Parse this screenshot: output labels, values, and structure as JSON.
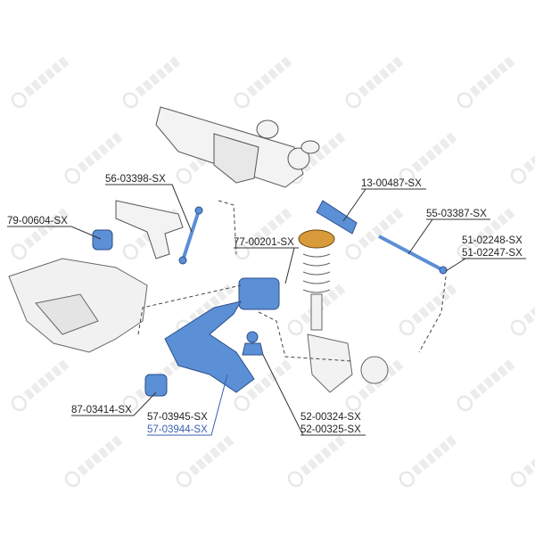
{
  "watermark": "STELLOX",
  "colors": {
    "part_blue": "#5b8fd6",
    "part_orange": "#d89a3a",
    "label": "#222222",
    "label_highlight": "#3a5fb0"
  },
  "labels": {
    "stabilizer_link": "56-03398-SX",
    "steering_boot": "13-00487-SX",
    "stabilizer_bushing": "79-00604-SX",
    "tie_rod": "55-03387-SX",
    "control_arm_bushing_rear": "77-00201-SX",
    "tie_rod_end_a": "51-02248-SX",
    "tie_rod_end_b": "51-02247-SX",
    "control_arm_bushing_front": "87-03414-SX",
    "control_arm_a": "57-03945-SX",
    "control_arm_b": "57-03944-SX",
    "ball_joint_a": "52-00324-SX",
    "ball_joint_b": "52-00325-SX"
  }
}
